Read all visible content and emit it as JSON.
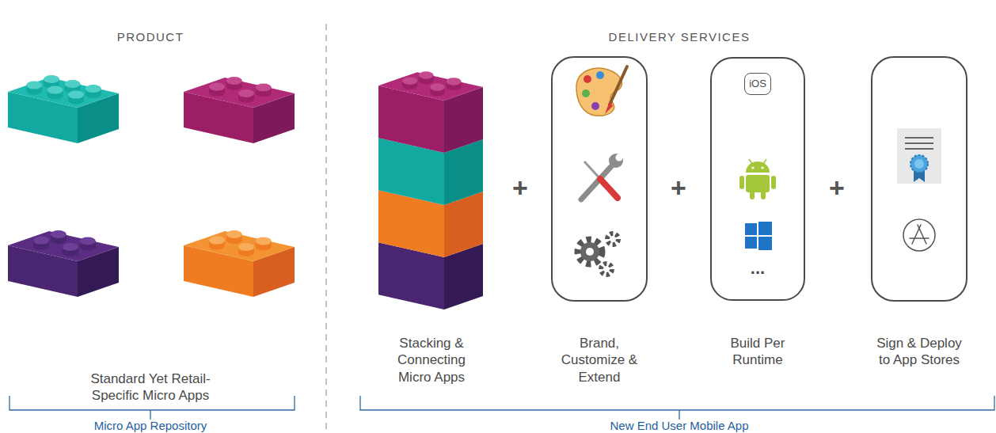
{
  "diagram": {
    "nodes": [
      {
        "text": [
          "..."
        ]
      },
      {
        "text": [
          "iOS"
        ],
        "in": 0
      }
    ],
    "labels": [
      "PRODUCT",
      "DELIVERY SERVICES",
      "Standard Yet Retail-Specific Micro Apps",
      "Stacking & Connecting Micro Apps",
      "+",
      "Brand, Customize & Extend",
      "+",
      "Build Per Runtime",
      "+",
      "Sign & Deploy to App Stores",
      "Micro App Repository",
      "New End User Mobile App"
    ]
  }
}
